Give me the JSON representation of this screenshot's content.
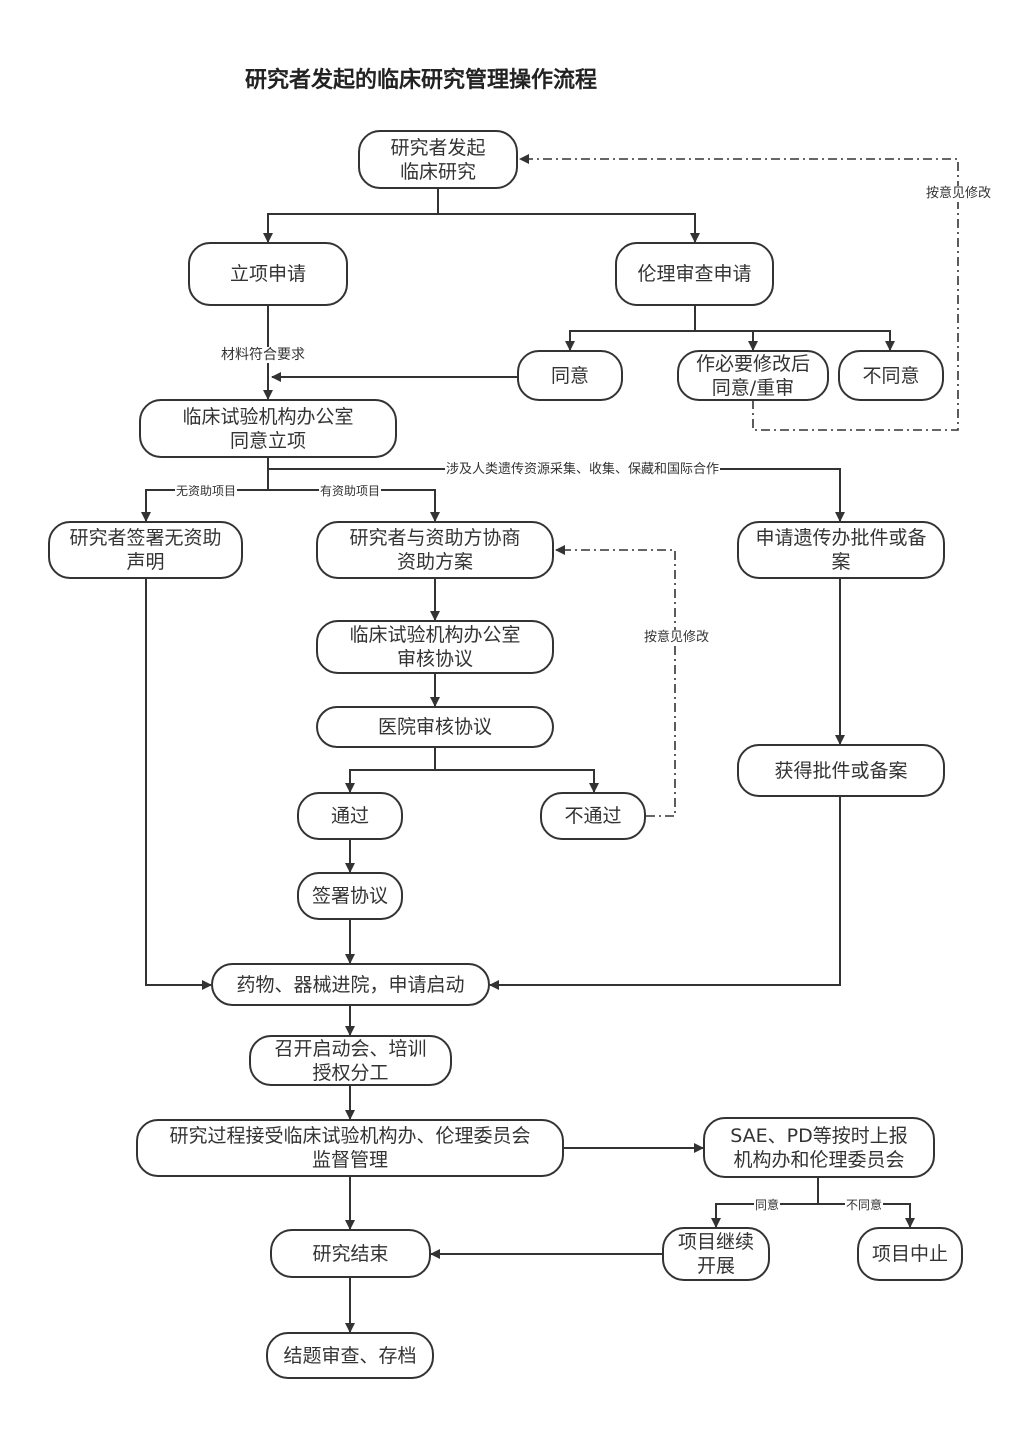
{
  "title": "研究者发起的临床研究管理操作流程",
  "nodes": {
    "start": "研究者发起\n临床研究",
    "project_apply": "立项申请",
    "ethics_apply": "伦理审查申请",
    "ethics_agree": "同意",
    "ethics_modify": "作必要修改后\n同意/重审",
    "ethics_disagree": "不同意",
    "office_approve": "临床试验机构办公室\n同意立项",
    "no_funding": "研究者签署无资助\n声明",
    "funding_negotiate": "研究者与资助方协商\n资助方案",
    "genetic_apply": "申请遗传办批件或备\n案",
    "office_review": "临床试验机构办公室\n审核协议",
    "hospital_review": "医院审核协议",
    "pass": "通过",
    "fail": "不通过",
    "genetic_obtain": "获得批件或备案",
    "sign": "签署协议",
    "drug_entry": "药物、器械进院，申请启动",
    "kickoff": "召开启动会、培训\n授权分工",
    "supervision": "研究过程接受临床试验机构办、伦理委员会\n监督管理",
    "sae_report": "SAE、PD等按时上报\n机构办和伦理委员会",
    "study_end": "研究结束",
    "continue": "项目继续\n开展",
    "terminate": "项目中止",
    "archive": "结题审查、存档"
  },
  "edge_labels": {
    "modify_top": "按意见修改",
    "materials_ok": "材料符合要求",
    "genetic_resource": "涉及人类遗传资源采集、收集、保藏和国际合作",
    "no_funding_project": "无资助项目",
    "funding_project": "有资助项目",
    "modify_mid": "按意见修改",
    "sae_agree": "同意",
    "sae_disagree": "不同意"
  }
}
